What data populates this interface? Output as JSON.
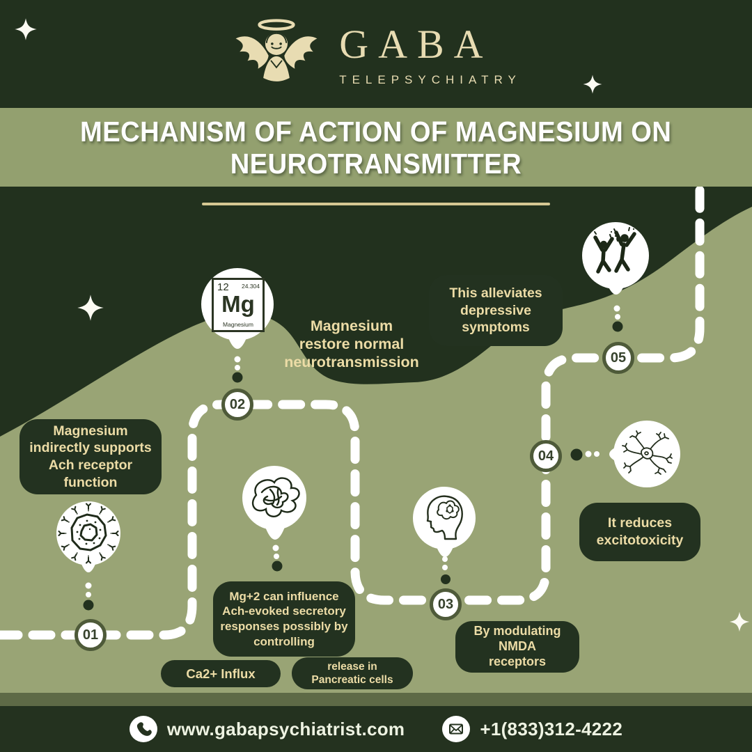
{
  "colors": {
    "background_dark": "#22311E",
    "wave_olive": "#99A475",
    "band_olive": "#93A06F",
    "cream_text": "#ECDCA6",
    "white": "#FFFFFF",
    "pre_footer_strip": "#5E6A46",
    "badge_ring": "#4E5A39"
  },
  "brand": {
    "name": "GABA",
    "tagline": "TELEPSYCHIATRY",
    "logo": "angel-icon"
  },
  "title": {
    "line1": "MECHANISM OF ACTION OF MAGNESIUM ON",
    "line2": "NEUROTRANSMITTER"
  },
  "element": {
    "atomic_number": "12",
    "atomic_mass": "24.304",
    "symbol": "Mg",
    "name": "Magnesium"
  },
  "steps": [
    {
      "number": "01",
      "icon": "receptor-cell-icon",
      "label": "Magnesium\nindirectly supports\nAch receptor\nfunction"
    },
    {
      "number": "02",
      "icon": "magnesium-element-icon",
      "label": "Magnesium\nrestore normal\nneurotransmission"
    },
    {
      "number": "03",
      "icon": "head-brain-icon",
      "label": "By modulating\nNMDA\nreceptors"
    },
    {
      "number": "04",
      "icon": "neuron-icon",
      "label": "It reduces\nexcitotoxicity"
    },
    {
      "number": "05",
      "icon": "celebrating-people-icon",
      "label": "This alleviates\ndepressive\nsymptoms"
    }
  ],
  "note": {
    "icon": "tangled-thread-icon",
    "text": "Mg+2 can influence\nAch-evoked secretory\nresponses possibly by\ncontrolling",
    "tags": [
      "Ca2+ Influx",
      "release in\nPancreatic cells"
    ]
  },
  "footer": {
    "phone_icon": "phone-icon",
    "website": "www.gabapsychiatrist.com",
    "mail_icon": "mail-icon",
    "phone": "+1(833)312-4222"
  }
}
